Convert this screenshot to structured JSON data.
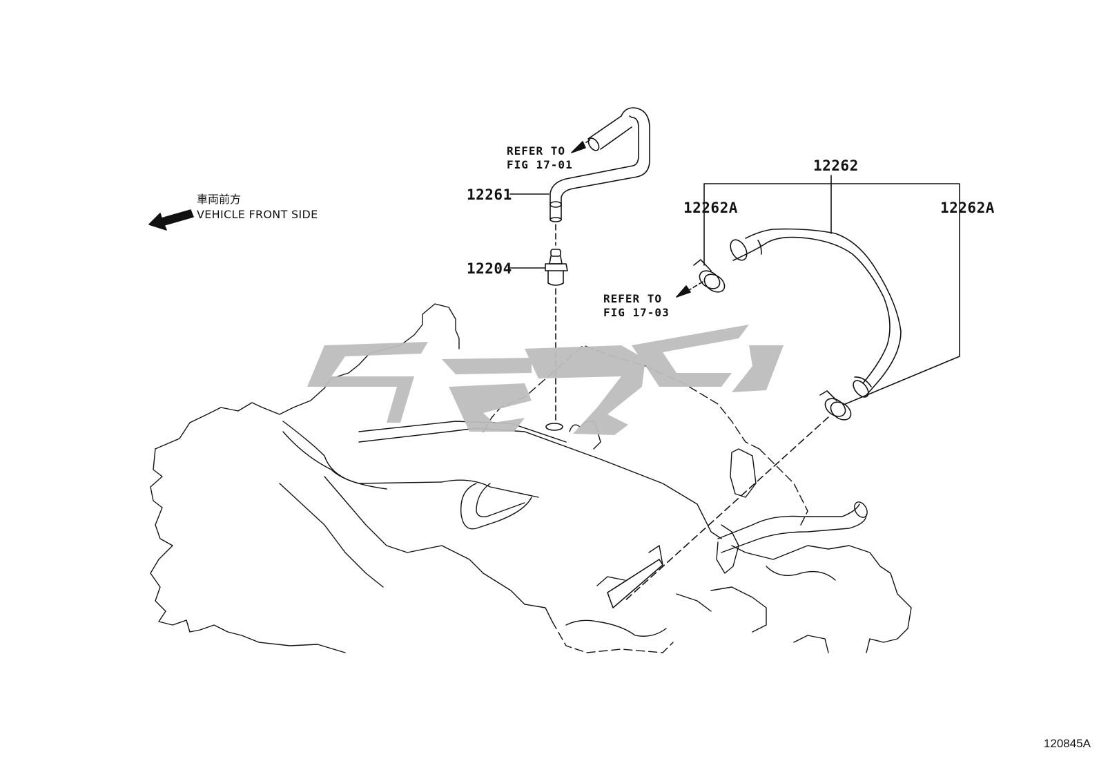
{
  "orientation": {
    "label_jp": "車両前方",
    "label_en": "VEHICLE FRONT SIDE",
    "arrow_icon": "arrow-left-icon"
  },
  "parts": [
    {
      "number": "12261"
    },
    {
      "number": "12204"
    },
    {
      "number": "12262"
    },
    {
      "number": "12262A"
    },
    {
      "number": "12262A"
    }
  ],
  "references": [
    {
      "line1": "REFER TO",
      "line2": "FIG 17-01"
    },
    {
      "line1": "REFER TO",
      "line2": "FIG 17-03"
    }
  ],
  "figure_code": "120845A",
  "watermark": "logo-watermark",
  "colors": {
    "line": "#111111",
    "watermark": "#bdbdbd",
    "background": "#ffffff"
  }
}
